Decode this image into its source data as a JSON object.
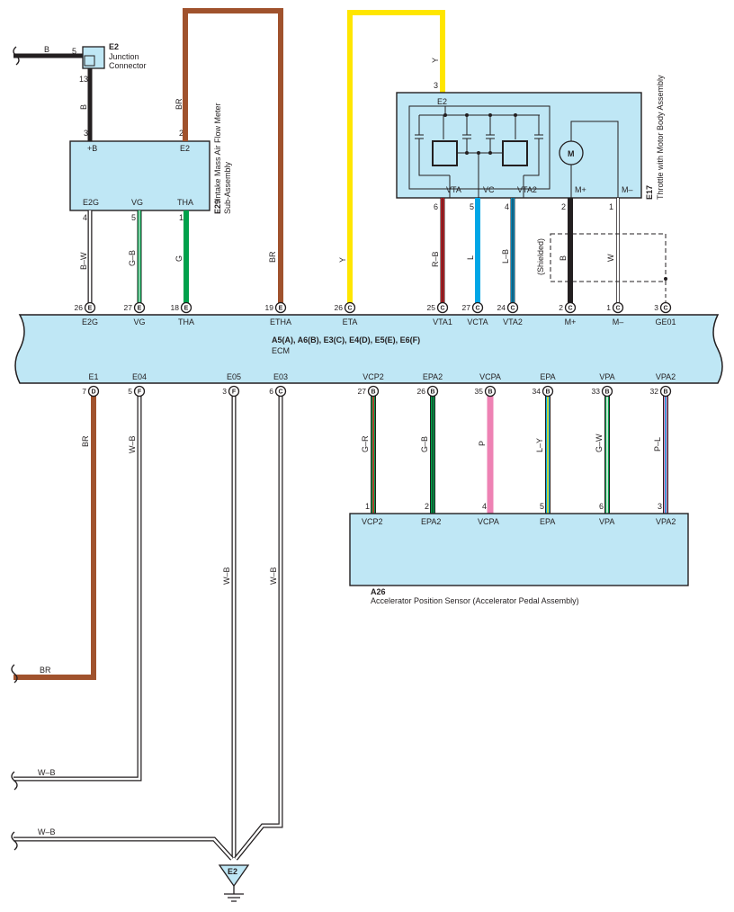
{
  "colors": {
    "black": "#231f20",
    "brown": "#a0522d",
    "yellow": "#ffe600",
    "red": "#e31e24",
    "blue": "#00a6e6",
    "green": "#00a14b",
    "pink": "#ee82b4",
    "violet": "#c79ad6",
    "light_blue": "#bfe7f5",
    "white_wire": "#ffffff"
  },
  "e2_junction": {
    "code": "E2",
    "name_line1": "Junction",
    "name_line2": "Connector",
    "pin_in": "5",
    "pin_out": "13",
    "wire_in_color": "B",
    "wire_out_color": "B"
  },
  "e29": {
    "code": "E29",
    "name_line1": "Intake Mass Air Flow Meter",
    "name_line2": "Sub-Assembly",
    "pins": {
      "pb": "3",
      "e2": "2",
      "e2g": "4",
      "vg": "5",
      "tha": "1"
    },
    "terminals": {
      "pb": "+B",
      "e2": "E2",
      "e2g": "E2G",
      "vg": "VG",
      "tha": "THA"
    }
  },
  "e17": {
    "code": "E17",
    "name": "Throttle with Motor Body Assembly",
    "top_pin": "3",
    "top_term": "E2",
    "motor": "M",
    "shielded": "(Shielded)",
    "pins": {
      "vta": "6",
      "vc": "5",
      "vta2": "4",
      "mp": "2",
      "mm": "1"
    },
    "terminals": {
      "vta": "VTA",
      "vc": "VC",
      "vta2": "VTA2",
      "mp": "M+",
      "mm": "M–"
    }
  },
  "ecm": {
    "connectors": "A5(A), A6(B), E3(C), E4(D), E5(E), E6(F)",
    "name": "ECM",
    "top": [
      {
        "num": "26",
        "conn": "E",
        "term": "E2G"
      },
      {
        "num": "27",
        "conn": "E",
        "term": "VG"
      },
      {
        "num": "18",
        "conn": "E",
        "term": "THA"
      },
      {
        "num": "19",
        "conn": "E",
        "term": "ETHA"
      },
      {
        "num": "26",
        "conn": "C",
        "term": "ETA"
      },
      {
        "num": "25",
        "conn": "C",
        "term": "VTA1"
      },
      {
        "num": "27",
        "conn": "C",
        "term": "VCTA"
      },
      {
        "num": "24",
        "conn": "C",
        "term": "VTA2"
      },
      {
        "num": "2",
        "conn": "C",
        "term": "M+"
      },
      {
        "num": "1",
        "conn": "C",
        "term": "M–"
      },
      {
        "num": "3",
        "conn": "C",
        "term": "GE01"
      }
    ],
    "bottom": [
      {
        "num": "7",
        "conn": "D",
        "term": "E1"
      },
      {
        "num": "5",
        "conn": "F",
        "term": "E04"
      },
      {
        "num": "3",
        "conn": "F",
        "term": "E05"
      },
      {
        "num": "6",
        "conn": "C",
        "term": "E03"
      },
      {
        "num": "27",
        "conn": "B",
        "term": "VCP2"
      },
      {
        "num": "26",
        "conn": "B",
        "term": "EPA2"
      },
      {
        "num": "35",
        "conn": "B",
        "term": "VCPA"
      },
      {
        "num": "34",
        "conn": "B",
        "term": "EPA"
      },
      {
        "num": "33",
        "conn": "B",
        "term": "VPA"
      },
      {
        "num": "32",
        "conn": "B",
        "term": "VPA2"
      }
    ]
  },
  "a26": {
    "code": "A26",
    "name": "Accelerator Position Sensor (Accelerator Pedal Assembly)",
    "pins": [
      {
        "num": "1",
        "term": "VCP2"
      },
      {
        "num": "2",
        "term": "EPA2"
      },
      {
        "num": "4",
        "term": "VCPA"
      },
      {
        "num": "5",
        "term": "EPA"
      },
      {
        "num": "6",
        "term": "VPA"
      },
      {
        "num": "3",
        "term": "VPA2"
      }
    ]
  },
  "wires": {
    "b": "B",
    "br_e29": "BR",
    "y_top": "Y",
    "b_w": "B–W",
    "g_b": "G–B",
    "g": "G",
    "br_etha": "BR",
    "y_eta": "Y",
    "r_b": "R–B",
    "l": "L",
    "l_b": "L–B",
    "b_mp": "B",
    "w_mm": "W",
    "br_e1": "BR",
    "w_b_e04": "W–B",
    "w_b_e05": "W–B",
    "w_b_e03": "W–B",
    "g_r": "G–R",
    "g_b2": "G–B",
    "p": "P",
    "l_y": "L–Y",
    "g_w": "G–W",
    "p_l": "P–L",
    "br_bottom": "BR",
    "w_b_left1": "W–B",
    "w_b_left2": "W–B"
  },
  "ground": {
    "code": "E2"
  }
}
